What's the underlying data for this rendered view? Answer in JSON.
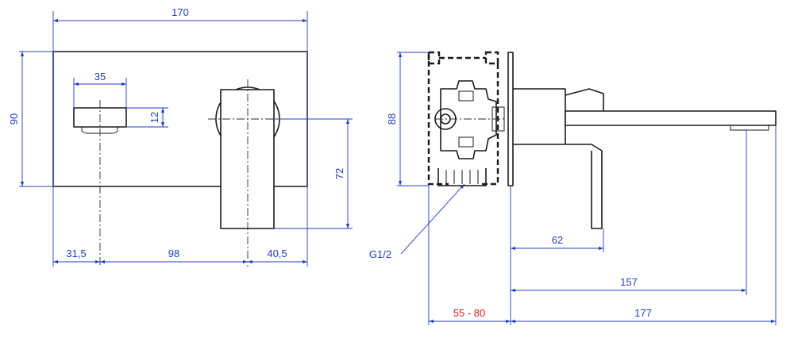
{
  "colors": {
    "dimension": "#1f3fbf",
    "dimension_highlight": "#d42020",
    "outline": "#1a1a1a",
    "background": "#ffffff"
  },
  "front_view": {
    "width": "170",
    "height": "90",
    "handle_width": "35",
    "handle_height": "12",
    "lever_height": "72",
    "offset_left": "31,5",
    "offset_middle": "98",
    "offset_right": "40,5"
  },
  "side_view": {
    "height": "88",
    "thread": "G1/2",
    "lever_depth": "62",
    "spout_reach": "157",
    "total_reach": "177",
    "wall_depth": "55 - 80"
  }
}
